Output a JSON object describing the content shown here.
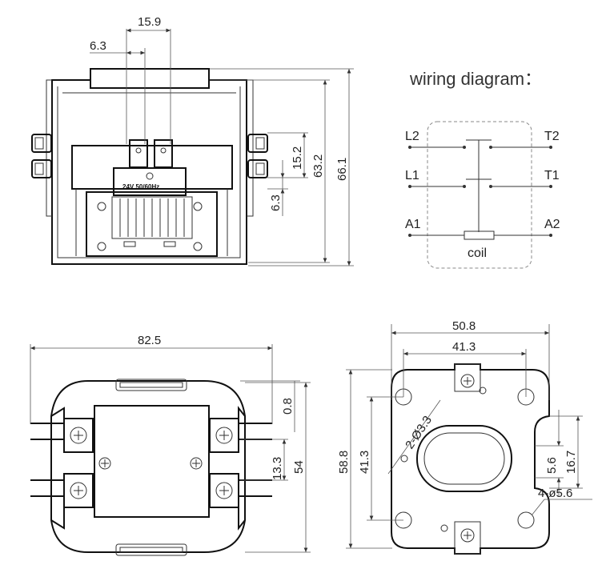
{
  "front_view": {
    "dims": {
      "d15_9": "15.9",
      "d6_3_top": "6.3",
      "d15_2": "15.2",
      "d63_2": "63.2",
      "d66_1": "66.1",
      "d6_3_side": "6.3"
    },
    "coil_label": "24V  50/60Hz"
  },
  "wiring": {
    "title": "wiring diagram：",
    "L2": "L2",
    "T2": "T2",
    "L1": "L1",
    "T1": "T1",
    "A1": "A1",
    "A2": "A2",
    "coil": "coil"
  },
  "top_view": {
    "dims": {
      "d82_5": "82.5",
      "d0_8": "0.8",
      "d13_3": "13.3",
      "d54": "54"
    }
  },
  "base_view": {
    "dims": {
      "d50_8": "50.8",
      "d41_3_top": "41.3",
      "d58_8": "58.8",
      "d41_3_left": "41.3",
      "d2_phi3_3": "2-Ø3.3",
      "d5_6": "5.6",
      "d16_7": "16.7",
      "d4_phi5_6": "4-ø5.6"
    }
  }
}
